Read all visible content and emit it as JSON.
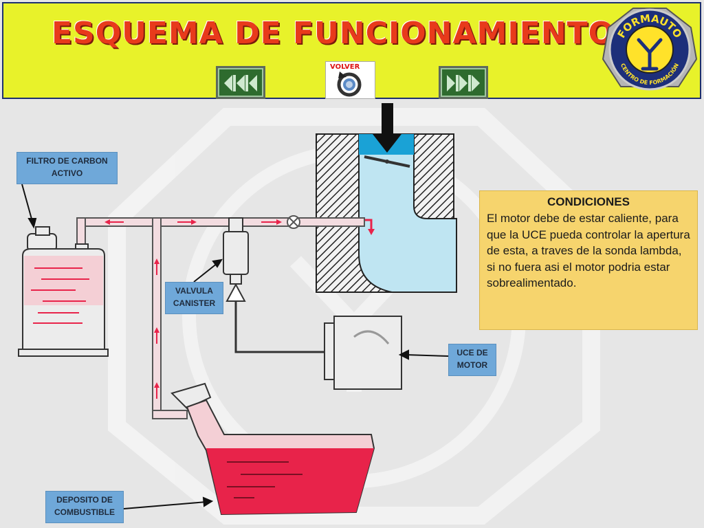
{
  "header": {
    "title": "ESQUEMA DE FUNCIONAMIENTO",
    "volver_label": "VOLVER",
    "logo_top_text": "FORMAUTO",
    "logo_bottom_text": "CENTRO DE FORMACIÓN"
  },
  "labels": {
    "filtro": "FILTRO DE CARBON ACTIVO",
    "valvula": "VALVULA CANISTER",
    "uce": "UCE DE MOTOR",
    "deposito": "DEPOSITO DE COMBUSTIBLE"
  },
  "condiciones": {
    "title": "CONDICIONES",
    "text": "El motor debe de estar caliente, para que la UCE pueda controlar la apertura de esta, a traves de la sonda lambda, si no fuera asi el motor podria estar sobrealimentado."
  },
  "colors": {
    "header_bg": "#e8f22a",
    "title": "#e83a1b",
    "label_bg": "#6fa8d9",
    "conditions_bg": "#f6d46d",
    "fuel": "#e8234a",
    "intake": "#b9e6f2"
  },
  "icons": [
    "rewind-icon",
    "fast-forward-icon",
    "return-icon",
    "formauto-logo"
  ]
}
